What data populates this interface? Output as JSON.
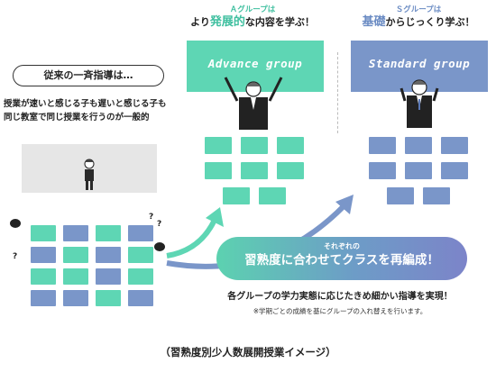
{
  "left": {
    "pill": "従来の一斉指導は…",
    "desc_line1": "授業が速いと感じる子も遅いと感じる子も",
    "desc_line2": "同じ教室で同じ授業を行うのが一般的"
  },
  "group_a": {
    "caption_top": "Ａグループは",
    "caption_pre": "より",
    "caption_hl": "発展的",
    "caption_post": "な内容を学ぶ！",
    "label": "Advance group"
  },
  "group_s": {
    "caption_top": "Ｓグループは",
    "caption_hl": "基礎",
    "caption_post": "からじっくり学ぶ！",
    "label": "Standard group"
  },
  "banner": {
    "small": "それぞれの",
    "large": "習熟度に合わせてクラスを再編成！"
  },
  "description": "各グループの学力実態に応じたきめ細かい指導を実現！",
  "note": "※学期ごとの成績を基にグループの入れ替えを行います。",
  "bottom_caption": "（習熟度別少人数展開授業イメージ）",
  "colors": {
    "green": "#5ed6b4",
    "blue": "#7a96c9"
  }
}
